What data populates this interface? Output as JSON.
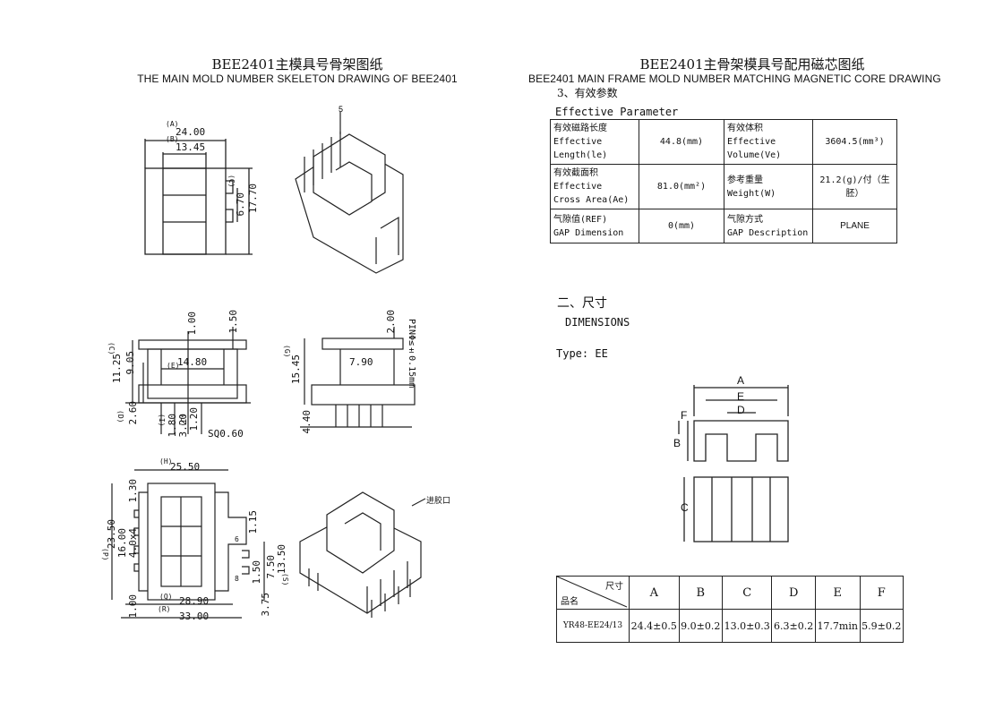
{
  "left": {
    "title_cn": "BEE2401主模具号骨架图纸",
    "title_en": "THE MAIN MOLD NUMBER SKELETON DRAWING OF BEE2401",
    "top_view": {
      "a": "(A)",
      "a_val": "24.00",
      "b": "(B)",
      "b_val": "13.45",
      "c": "(C)",
      "c_val": "6.70",
      "d_val": "17.70"
    },
    "front_view": {
      "c": "(C)",
      "v1": "11.25",
      "v2": "9.05",
      "e": "(E)",
      "v3": "14.80",
      "v4": "1.00",
      "v5": "1.50",
      "d": "(D)",
      "v6": "2.60",
      "i": "(I)",
      "v7": "1.80",
      "j": "(J)",
      "v8": "3.20",
      "v9": "1.20",
      "sq": "SQ0.60"
    },
    "side_view": {
      "g": "(G)",
      "v1": "15.45",
      "v2": "7.90",
      "v3": "2.00",
      "v4": "4.40",
      "pin": "PINΦ≤±0.15mm"
    },
    "bottom_view": {
      "h": "(H)",
      "v1": "25.50",
      "v2": "23.50",
      "v3": "16.00",
      "v4": "4.0x4",
      "v5": "1.30",
      "v6": "1.15",
      "v7": "7.50",
      "v8": "13.50",
      "v9": "1.50",
      "v10": "3.75",
      "v11": "1.00",
      "v12": "28.90",
      "v13": "33.00",
      "p": "(P)",
      "q": "(Q)",
      "r": "(R)",
      "s": "(S)",
      "pin6": "6",
      "pin8": "8"
    },
    "iso_label": "进胶口",
    "iso_pin": "5"
  },
  "right": {
    "title_cn": "BEE2401主骨架模具号配用磁芯图纸",
    "title_en": "BEE2401 MAIN FRAME MOLD NUMBER MATCHING MAGNETIC CORE DRAWING",
    "section3": "3、有效参数",
    "effective_parameter": "Effective Parameter",
    "params": [
      [
        "有效磁路长度",
        "Effective",
        "Length(le)",
        "44.8(mm)",
        "有效体积",
        "Effective",
        "Volume(Ve)",
        "3604.5(mm³)"
      ],
      [
        "有效截面积",
        "Effective",
        "Cross Area(Ae)",
        "81.0(mm²)",
        "参考重量",
        "Weight(W)",
        "",
        "21.2(g)/付（生胚）"
      ],
      [
        "气隙值(REF)",
        "GAP Dimension",
        "",
        "0(mm)",
        "气隙方式",
        "GAP Description",
        "",
        "PLANE"
      ]
    ],
    "section2": "二、尺寸",
    "dimensions": "DIMENSIONS",
    "type": "Type: EE",
    "core_labels": {
      "a": "A",
      "e": "E",
      "d": "D",
      "f": "F",
      "b": "B",
      "c": "C"
    },
    "dim_table": {
      "corner_top": "尺寸",
      "corner_bottom": "品名",
      "headers": [
        "A",
        "B",
        "C",
        "D",
        "E",
        "F"
      ],
      "part": "YR48-EE24/13",
      "values": [
        "24.4±0.5",
        "9.0±0.2",
        "13.0±0.3",
        "6.3±0.2",
        "17.7min",
        "5.9±0.2"
      ]
    }
  }
}
